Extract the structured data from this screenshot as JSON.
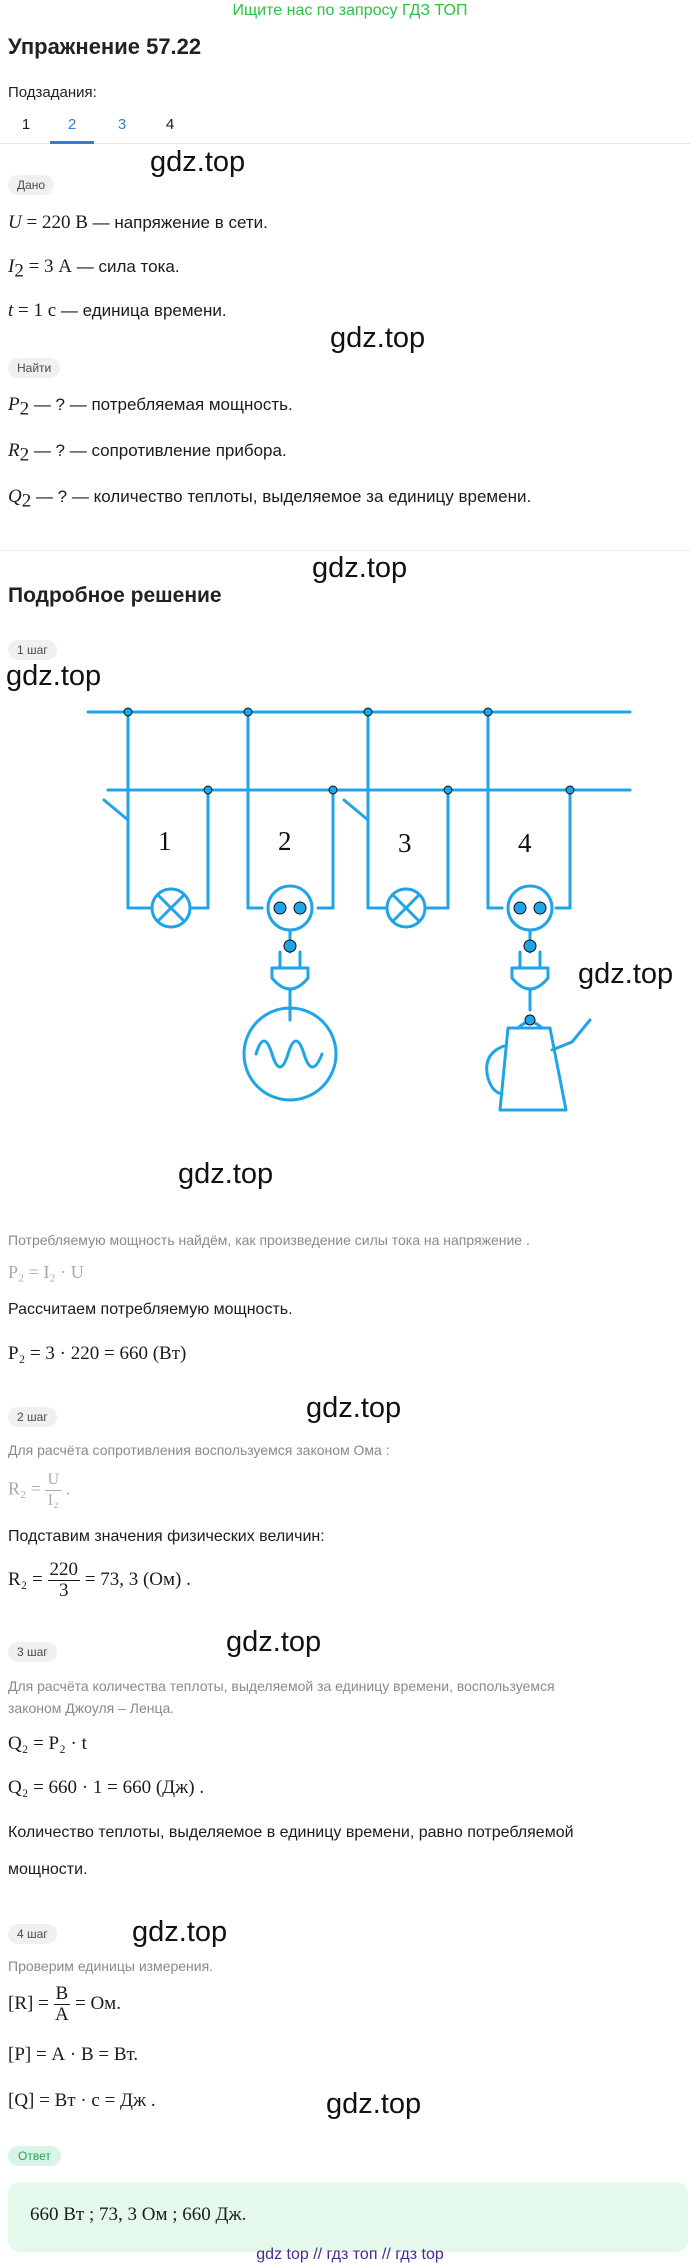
{
  "banner": "Ищите нас по запросу ГДЗ ТОП",
  "title": "Упражнение 57.22",
  "subtasks_label": "Подзадания:",
  "tabs": [
    "1",
    "2",
    "3",
    "4"
  ],
  "given_label": "Дано",
  "given": [
    {
      "sym": "U",
      "sub": "",
      "eq": " = 220 В",
      "desc": " — напряжение в сети."
    },
    {
      "sym": "I",
      "sub": "2",
      "eq": " = 3 А",
      "desc": " — сила тока."
    },
    {
      "sym": "t",
      "sub": "",
      "eq": " = 1 с",
      "desc": " — единица времени."
    }
  ],
  "find_label": "Найти",
  "find": [
    {
      "sym": "P",
      "sub": "2",
      "desc": " — ? — потребляемая мощность."
    },
    {
      "sym": "R",
      "sub": "2",
      "desc": " — ? — сопротивление прибора."
    },
    {
      "sym": "Q",
      "sub": "2",
      "desc": " — ? — количество теплоты, выделяемое за единицу времени."
    }
  ],
  "solution_title": "Подробное решение",
  "step_labels": [
    "1 шаг",
    "2 шаг",
    "3 шаг",
    "4 шаг"
  ],
  "watermark": "gdz.top",
  "diagram": {
    "labels": [
      "1",
      "2",
      "3",
      "4"
    ],
    "color": "#1fa4e8"
  },
  "step1": {
    "gray_text": "Потребляемую мощность найдём, как произведение силы тока на напряжение .",
    "gray_formula": "P₂ = I₂ · U",
    "bold_text": "Рассчитаем потребляемую мощность.",
    "formula": "P₂ = 3 · 220 = 660 (Вт)"
  },
  "step2": {
    "gray_text": "Для расчёта сопротивления воспользуемся законом Ома :",
    "gray_lhs": "R₂ =",
    "gray_num": "U",
    "gray_den": "I₂",
    "bold_text": "Подставим значения физических величин:",
    "lhs": "R₂ =",
    "num": "220",
    "den": "3",
    "rhs": "= 73, 3 (Ом) ."
  },
  "step3": {
    "gray_text_1": "Для расчёта количества теплоты, выделяемой за единицу времени, воспользуемся",
    "gray_text_2": "законом Джоуля – Ленца.",
    "formula1": "Q₂ = P₂ · t",
    "formula2": "Q₂ = 660 · 1 = 660 (Дж) .",
    "bold_text_1": "Количество теплоты, выделяемое в единицу времени, равно потребляемой",
    "bold_text_2": "мощности."
  },
  "step4": {
    "gray_text": "Проверим единицы измерения.",
    "r_lhs": "[R] =",
    "r_num": "В",
    "r_den": "А",
    "r_rhs": "= Ом.",
    "p_line": "[P] = А · В = Вт.",
    "q_line": "[Q] = Вт · с = Дж ."
  },
  "answer_label": "Ответ",
  "answer": "660 Вт ;  73, 3 Ом ;  660 Дж.",
  "footer": "gdz top  //  гдз топ  //  гдз top"
}
